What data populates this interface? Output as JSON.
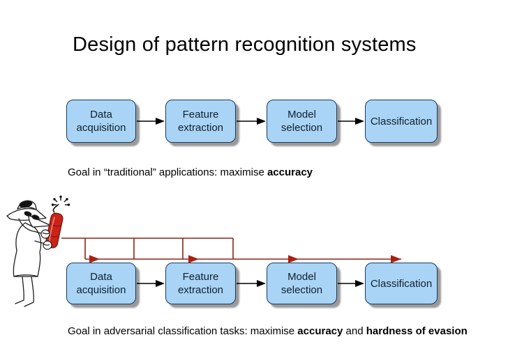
{
  "slide": {
    "title": "Design of pattern recognition systems"
  },
  "stages": [
    {
      "line1": "Data",
      "line2": "acquisition"
    },
    {
      "line1": "Feature",
      "line2": "extraction"
    },
    {
      "line1": "Model",
      "line2": "selection"
    },
    {
      "line1": "Classification",
      "line2": ""
    }
  ],
  "goal_traditional": {
    "prefix": "Goal in “traditional” applications: maximise ",
    "bold": "accuracy"
  },
  "goal_adversarial": {
    "prefix": "Goal in adversarial classification tasks: maximise ",
    "bold1": "accuracy",
    "middle": " and ",
    "bold2": "hardness of evasion"
  },
  "illustration": {
    "name": "spy-with-lit-dynamite",
    "description": "cartoon spy character holding a stick of dynamite with a burning fuse, source of attack arrows"
  },
  "icons": {
    "flow_arrow": "right-arrow-icon",
    "attack_arrow": "right-arrowhead-icon",
    "spark": "spark-burst-icon"
  },
  "colors": {
    "page_bg": "#ffffff",
    "text_ink": "#000000",
    "box_fill": "#a9d4f5",
    "box_border": "#173a5e",
    "box_shadow": "#999999",
    "flow_arrow": "#000000",
    "attack_line": "#8e2316",
    "attack_arrow": "#aa1f0e",
    "dynamite_red": "#cc2318"
  }
}
